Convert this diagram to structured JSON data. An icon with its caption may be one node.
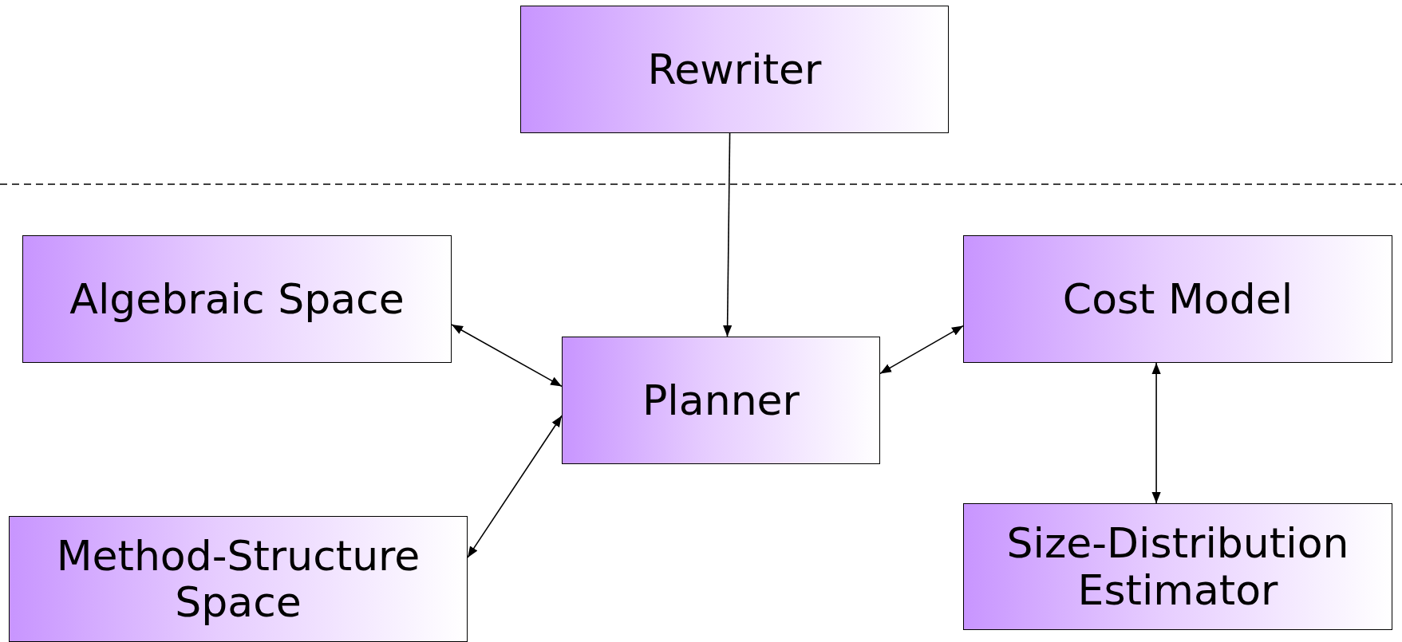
{
  "diagram": {
    "nodes": [
      {
        "text": [
          "Rewriter"
        ]
      },
      {
        "text": [
          "Algebraic Space"
        ]
      },
      {
        "text": [
          "Planner"
        ]
      },
      {
        "text": [
          "Cost Model"
        ]
      },
      {
        "text": [
          "Method-Structure Space"
        ]
      },
      {
        "text": [
          "Size-Distribution Estimator"
        ]
      }
    ],
    "edges": [
      {
        "from": 0,
        "to": 2,
        "arrow": "to"
      },
      {
        "from": 1,
        "to": 2,
        "arrow": "both"
      },
      {
        "from": 2,
        "to": 4,
        "arrow": "both"
      },
      {
        "from": 2,
        "to": 3,
        "arrow": "both"
      },
      {
        "from": 3,
        "to": 5,
        "arrow": "both"
      }
    ]
  }
}
